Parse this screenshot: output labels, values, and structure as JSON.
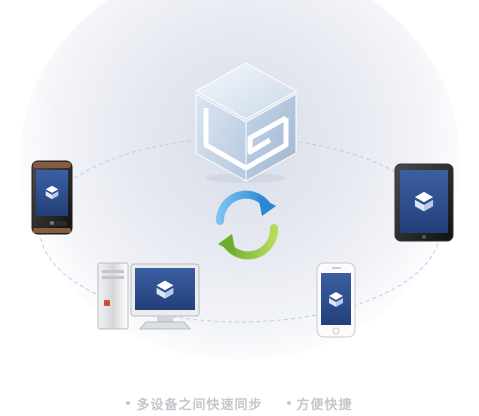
{
  "features": [
    {
      "label": "多设备之间快速同步",
      "icon": "bullet-dot"
    },
    {
      "label": "方便快捷",
      "icon": "bullet-dot"
    }
  ],
  "icons": {
    "center": "cube-logo-icon",
    "sync": "sync-arrows-icon",
    "devices": [
      "android-phone",
      "tablet",
      "desktop-computer",
      "iphone"
    ]
  },
  "colors": {
    "screen_blue": "#2f4f8f",
    "logo_light": "#e3ecf7",
    "arrow_blue": "#3d9ae0",
    "arrow_green": "#8cc63f",
    "orbit": "#b8d0ea",
    "caption": "#c4c7cc"
  }
}
